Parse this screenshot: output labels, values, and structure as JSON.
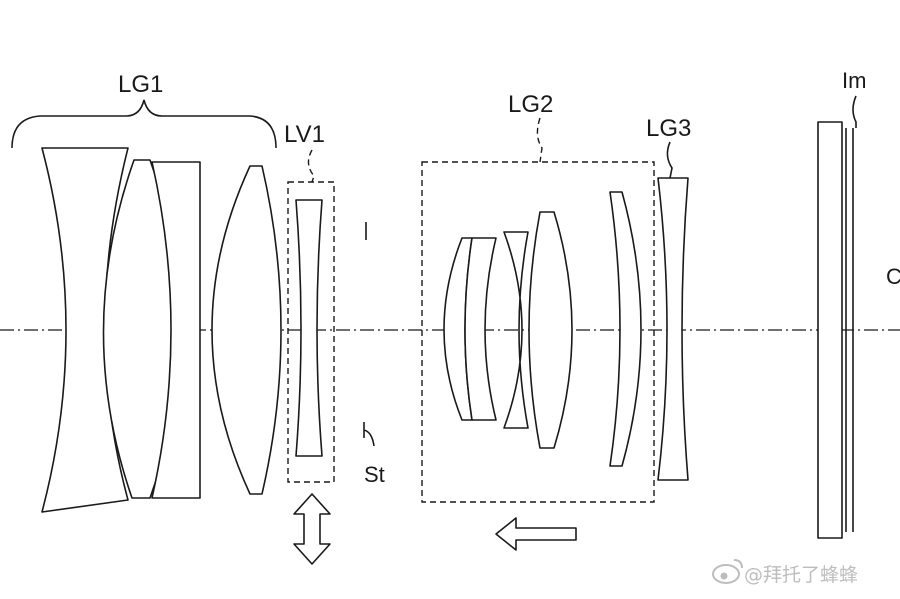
{
  "labels": {
    "lg1": "LG1",
    "lv1": "LV1",
    "lg2": "LG2",
    "lg3": "LG3",
    "im": "Im",
    "st": "St",
    "ax": "C"
  },
  "watermark": {
    "icon": "weibo-icon",
    "text": "@拜托了蜂蜂"
  },
  "colors": {
    "line": "#1a1a1a",
    "background": "#ffffff",
    "watermark": "#bdbdbd"
  }
}
